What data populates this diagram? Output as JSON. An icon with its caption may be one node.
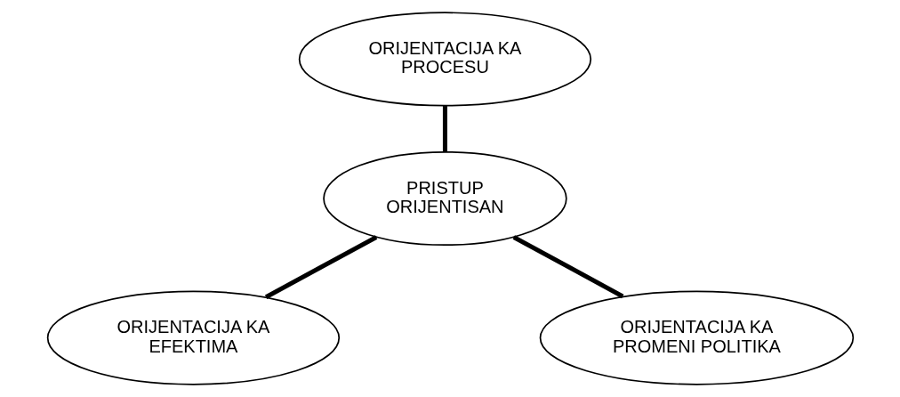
{
  "diagram": {
    "nodes": [
      {
        "text": [
          "ORIJENTACIJA KA PROCESU"
        ]
      },
      {
        "text": [
          "PRISTUP ORIJENTISAN"
        ]
      },
      {
        "text": [
          "ORIJENTACIJA KA EFEKTIMA"
        ]
      },
      {
        "text": [
          "ORIJENTACIJA KA PROMENI POLITIKA"
        ]
      }
    ],
    "edges": [
      {
        "from": 0,
        "to": 1,
        "arrow": "none"
      },
      {
        "from": 1,
        "to": 2,
        "arrow": "none"
      },
      {
        "from": 1,
        "to": 3,
        "arrow": "none"
      }
    ]
  }
}
